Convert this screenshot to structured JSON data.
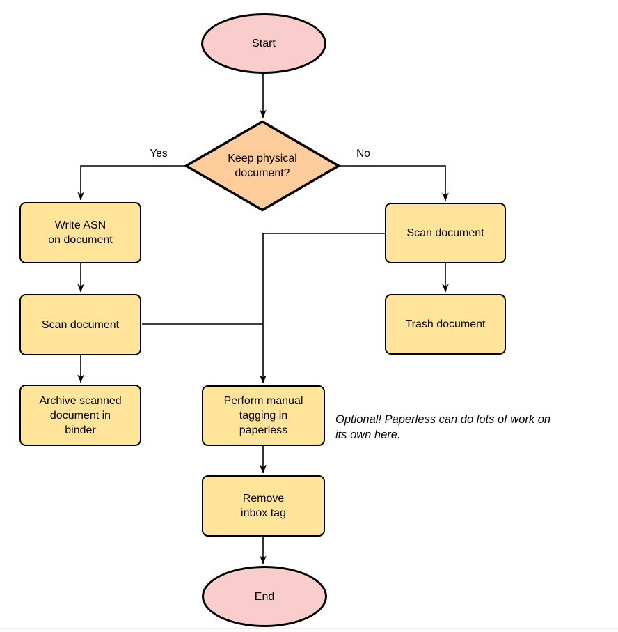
{
  "colors": {
    "background": "#FFFFFF",
    "terminal_fill": "#FACDCD",
    "decision_fill": "#FFCC9C",
    "process_fill": "#FFE49A",
    "stroke": "#000000"
  },
  "nodes": {
    "start": {
      "type": "terminal",
      "lines": [
        "Start"
      ]
    },
    "decision": {
      "type": "decision",
      "lines": [
        "Keep physical",
        "document?"
      ]
    },
    "write_asn": {
      "type": "process",
      "lines": [
        "Write ASN",
        "on document"
      ]
    },
    "scan_left": {
      "type": "process",
      "lines": [
        "Scan document"
      ]
    },
    "archive": {
      "type": "process",
      "lines": [
        "Archive scanned",
        "document in",
        "binder"
      ]
    },
    "scan_right": {
      "type": "process",
      "lines": [
        "Scan document"
      ]
    },
    "trash": {
      "type": "process",
      "lines": [
        "Trash document"
      ]
    },
    "tagging": {
      "type": "process",
      "lines": [
        "Perform manual",
        "tagging in",
        "paperless"
      ]
    },
    "remove_inbox": {
      "type": "process",
      "lines": [
        "Remove",
        "inbox tag"
      ]
    },
    "end": {
      "type": "terminal",
      "lines": [
        "End"
      ]
    }
  },
  "edge_labels": {
    "yes": "Yes",
    "no": "No"
  },
  "edges": [
    {
      "from": "start",
      "to": "decision"
    },
    {
      "from": "decision",
      "to": "write_asn",
      "label": "Yes"
    },
    {
      "from": "decision",
      "to": "scan_right",
      "label": "No"
    },
    {
      "from": "write_asn",
      "to": "scan_left"
    },
    {
      "from": "scan_left",
      "to": "archive"
    },
    {
      "from": "scan_left",
      "to": "tagging"
    },
    {
      "from": "scan_right",
      "to": "trash"
    },
    {
      "from": "scan_right",
      "to": "tagging"
    },
    {
      "from": "tagging",
      "to": "remove_inbox"
    },
    {
      "from": "remove_inbox",
      "to": "end"
    }
  ],
  "note": {
    "lines": [
      "Optional! Paperless can do lots of work on",
      "its own here."
    ]
  }
}
